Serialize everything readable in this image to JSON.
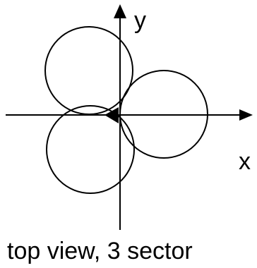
{
  "labels": {
    "y_axis": "y",
    "x_axis": "x",
    "caption": "top view, 3 sector"
  },
  "colors": {
    "stroke": "#000000",
    "background": "#ffffff"
  },
  "sector_count": 3
}
